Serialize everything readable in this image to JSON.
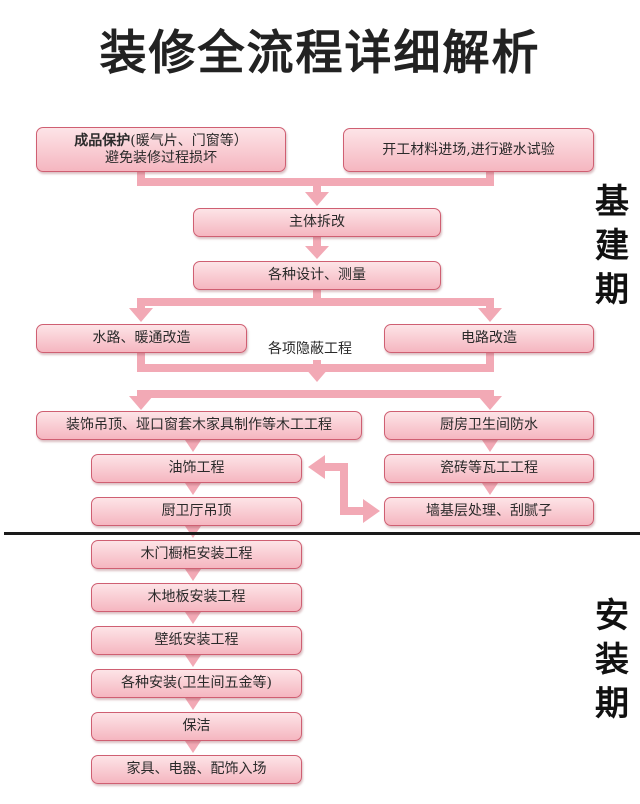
{
  "title": "装修全流程详细解析",
  "phases": {
    "construction": [
      "基",
      "建",
      "期"
    ],
    "installation": [
      "安",
      "装",
      "期"
    ]
  },
  "steps": {
    "protection_bold": "成品保护",
    "protection_note": "(暖气片、门窗等）",
    "protection_line2": "避免装修过程损坏",
    "materials": "开工材料进场,进行避水试验",
    "demolition": "主体拆改",
    "design": "各种设计、测量",
    "plumbing": "水路、暖通改造",
    "hidden_works": "各项隐蔽工程",
    "electrical": "电路改造",
    "carpentry": "装饰吊顶、垭口窗套木家具制作等木工工程",
    "waterproof": "厨房卫生间防水",
    "paint": "油饰工程",
    "tile": "瓷砖等瓦工工程",
    "ceiling": "厨卫厅吊顶",
    "wall_base": "墙基层处理、刮腻子",
    "cabinet": "木门橱柜安装工程",
    "floor": "木地板安装工程",
    "wallpaper": "壁纸安装工程",
    "fixtures": "各种安装(卫生间五金等)",
    "cleaning": "保洁",
    "furniture": "家具、电器、配饰入场"
  }
}
